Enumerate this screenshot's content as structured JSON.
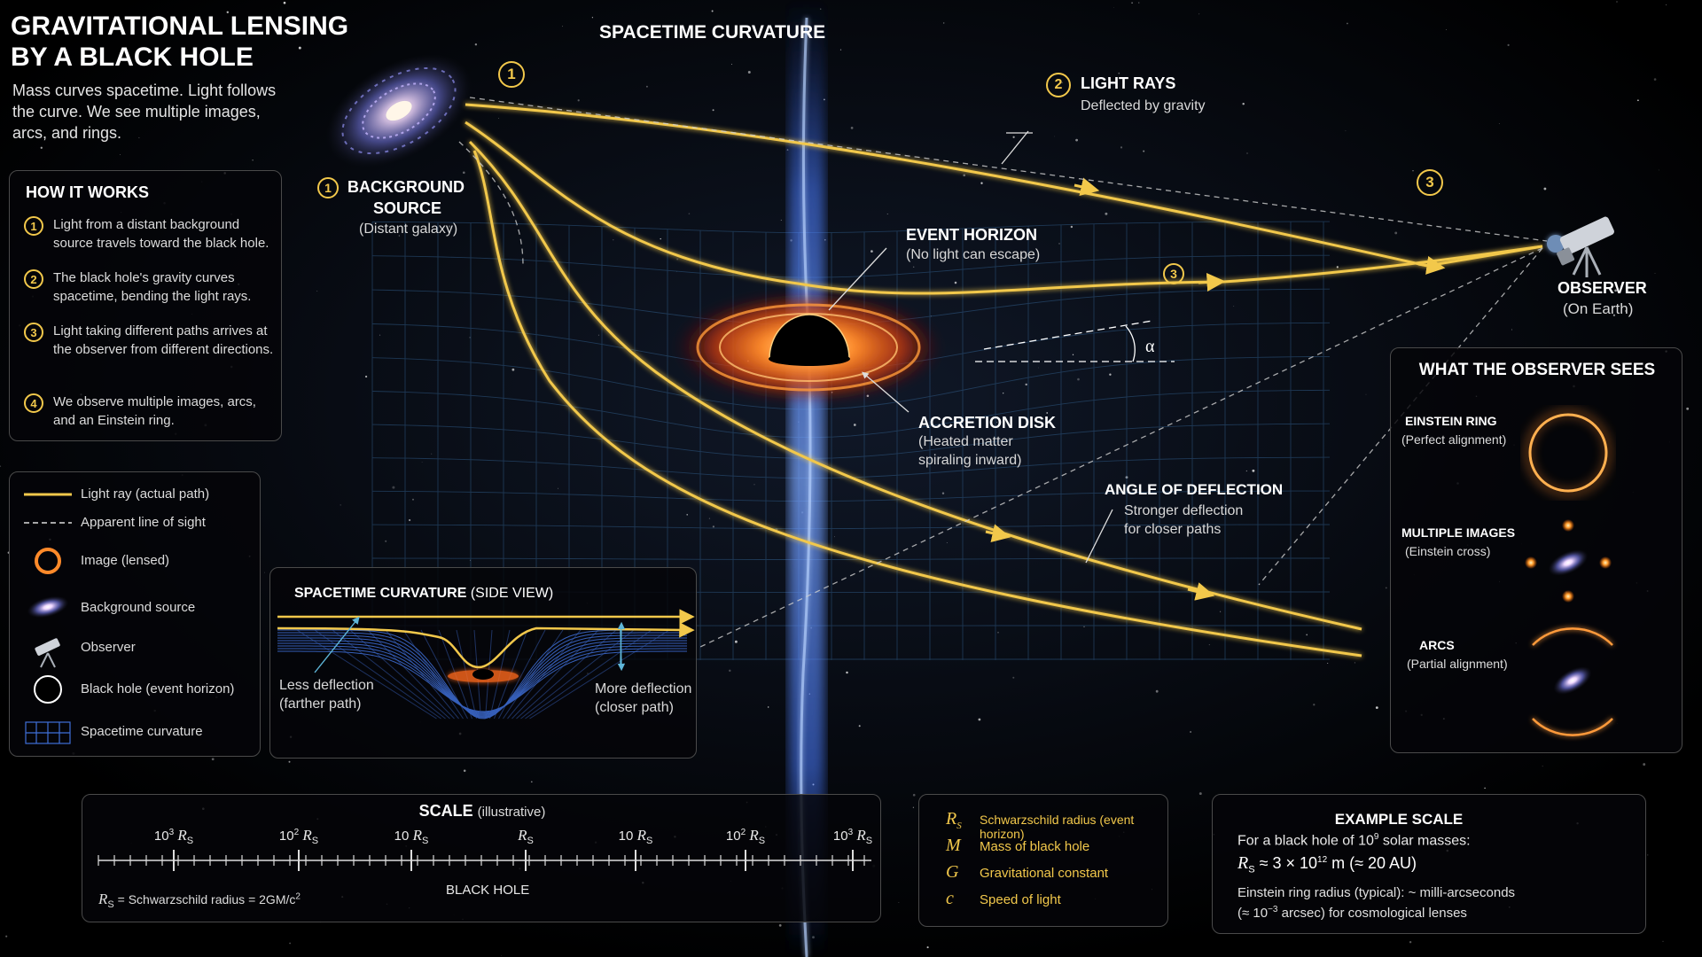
{
  "header": {
    "title_line1": "GRAVITATIONAL LENSING",
    "title_line2": "BY A BLACK HOLE",
    "description": "Mass curves spacetime. Light follows the curve. We see multiple images, arcs, and rings."
  },
  "center_title": "SPACETIME CURVATURE",
  "how_it_works": {
    "title": "HOW IT WORKS",
    "steps": [
      {
        "num": "1",
        "text": "Light from a distant background source travels toward the black hole."
      },
      {
        "num": "2",
        "text": "The black hole's gravity curves spacetime, bending the light rays."
      },
      {
        "num": "3",
        "text": "Light taking different paths arrives at the observer from different directions."
      },
      {
        "num": "4",
        "text": "We observe multiple images, arcs, and an Einstein ring."
      }
    ]
  },
  "legend": {
    "items": [
      {
        "label": "Light ray (actual path)",
        "icon": "yellow-line-icon"
      },
      {
        "label": "Apparent line of sight",
        "icon": "dashed-line-icon"
      },
      {
        "label": "Image (lensed)",
        "icon": "ring-icon"
      },
      {
        "label": "Background source",
        "icon": "galaxy-icon"
      },
      {
        "label": "Observer",
        "icon": "telescope-icon"
      },
      {
        "label": "Black hole (event horizon)",
        "icon": "circle-icon"
      },
      {
        "label": "Spacetime curvature",
        "icon": "grid-icon"
      }
    ]
  },
  "labels": {
    "source_num": "1",
    "source_title_1": "BACKGROUND",
    "source_title_2": "SOURCE",
    "source_sub": "(Distant galaxy)",
    "marker_1": "1",
    "light_rays_num": "2",
    "light_rays_title": "LIGHT RAYS",
    "light_rays_sub": "Deflected by gravity",
    "marker_3_top": "3",
    "marker_3_ray": "3",
    "event_horizon_title": "EVENT HORIZON",
    "event_horizon_sub": "(No light can escape)",
    "alpha": "α",
    "accretion_title": "ACCRETION DISK",
    "accretion_sub1": "(Heated matter",
    "accretion_sub2": "spiraling inward)",
    "deflection_title": "ANGLE OF DEFLECTION",
    "deflection_sub1": "Stronger deflection",
    "deflection_sub2": "for closer paths",
    "observer_title": "OBSERVER",
    "observer_sub": "(On Earth)"
  },
  "side_view": {
    "title": "SPACETIME CURVATURE",
    "title_suffix": "(SIDE VIEW)",
    "less_1": "Less deflection",
    "less_2": "(farther path)",
    "more_1": "More deflection",
    "more_2": "(closer path)"
  },
  "observer_sees": {
    "title": "WHAT THE OBSERVER SEES",
    "items": [
      {
        "title": "EINSTEIN RING",
        "sub": "(Perfect alignment)"
      },
      {
        "title": "MULTIPLE IMAGES",
        "sub": "(Einstein cross)"
      },
      {
        "title": "ARCS",
        "sub": "(Partial alignment)"
      }
    ]
  },
  "scale": {
    "title": "SCALE",
    "title_suffix": "(illustrative)",
    "ticks": [
      {
        "coef": "10",
        "exp": "3"
      },
      {
        "coef": "10",
        "exp": "2"
      },
      {
        "coef": "10",
        "exp": ""
      },
      {
        "coef": "",
        "exp": ""
      },
      {
        "coef": "10",
        "exp": ""
      },
      {
        "coef": "10",
        "exp": "2"
      },
      {
        "coef": "10",
        "exp": "3"
      }
    ],
    "unit": "R",
    "unit_sub": "S",
    "center_label": "BLACK HOLE",
    "footnote_prefix": "= Schwarzschild radius = 2GM/c",
    "footnote_exp": "2"
  },
  "symbols": [
    {
      "sym": "R",
      "sub": "S",
      "text": "Schwarzschild radius (event horizon)"
    },
    {
      "sym": "M",
      "sub": "",
      "text": "Mass of black hole"
    },
    {
      "sym": "G",
      "sub": "",
      "text": "Gravitational constant"
    },
    {
      "sym": "c",
      "sub": "",
      "text": "Speed of light"
    }
  ],
  "example": {
    "title": "EXAMPLE SCALE",
    "line1_prefix": "For a black hole of 10",
    "line1_exp": "9",
    "line1_suffix": " solar masses:",
    "line2_mid": "≈ 3 × 10",
    "line2_exp": "12",
    "line2_suffix": " m   (≈ 20 AU)",
    "line3": "Einstein ring radius (typical): ~ milli-arcseconds",
    "line4_prefix": "(≈ 10",
    "line4_exp": "−3",
    "line4_suffix": " arcsec) for cosmological lenses"
  },
  "colors": {
    "light": "#f2c84b",
    "accent_blue": "#3f6fd8",
    "disk": "#ff6a1a"
  }
}
